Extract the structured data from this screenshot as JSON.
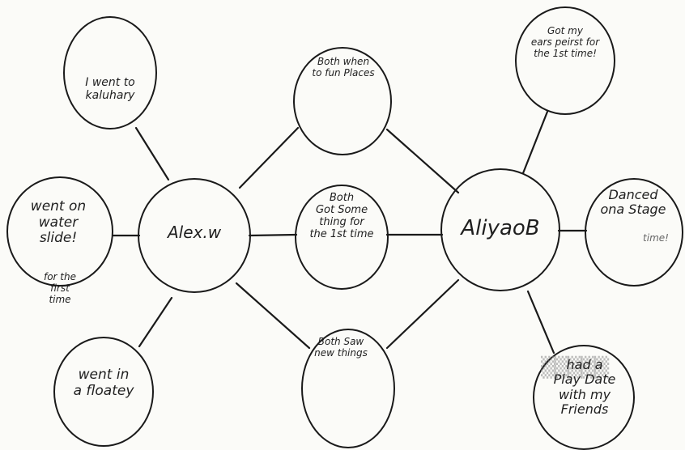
{
  "people": {
    "left": "Alex.w",
    "right": "AliyaoB"
  },
  "shared": {
    "top": "Both when\nto fun Places",
    "middle": "Both\nGot Some\nthing for\nthe 1st time",
    "bottom": "Both Saw\nnew things"
  },
  "left_events": {
    "top": "I went to\nkaluhary",
    "middle": "went on\nwater\nslide!",
    "middle_extra": "for the\nfirst\ntime",
    "bottom": "went in\na floatey"
  },
  "right_events": {
    "top": "Got my\nears peirst for\nthe 1st time!",
    "middle": "Danced\nona Stage",
    "middle_extra": "time!",
    "bottom": "had a\nPlay Date\nwith my\nFriends"
  },
  "colors": {
    "ink": "#1a1a1a",
    "paper": "#fbfbf8"
  }
}
